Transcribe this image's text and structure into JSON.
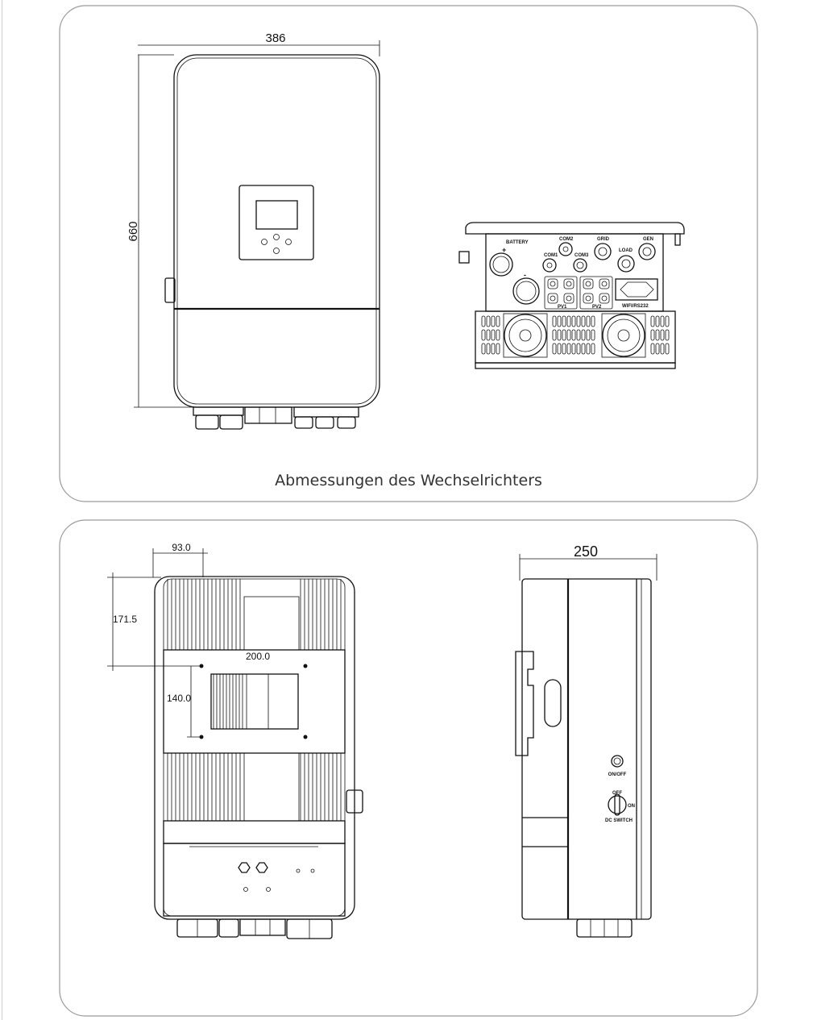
{
  "figure_top": {
    "caption": "Abmessungen des Wechselrichters",
    "front_view": {
      "width_dim": "386",
      "height_dim": "660"
    },
    "bottom_view": {
      "ports": {
        "battery": "BATTERY",
        "battery_plus": "+",
        "battery_minus": "-",
        "com1": "COM1",
        "com2": "COM2",
        "com3": "COM3",
        "grid": "GRID",
        "load": "LOAD",
        "gen": "GEN",
        "pv1": "PV1",
        "pv2": "PV2",
        "wifi": "WIFI/RS232"
      }
    }
  },
  "figure_bottom": {
    "rear_view": {
      "dim_a": "93.0",
      "dim_b": "171.5",
      "dim_c": "200.0",
      "dim_d": "140.0"
    },
    "side_view": {
      "depth_dim": "250",
      "on_off": "ON/OFF",
      "off": "OFF",
      "on": "ON",
      "dc_switch": "DC SWITCH"
    }
  }
}
